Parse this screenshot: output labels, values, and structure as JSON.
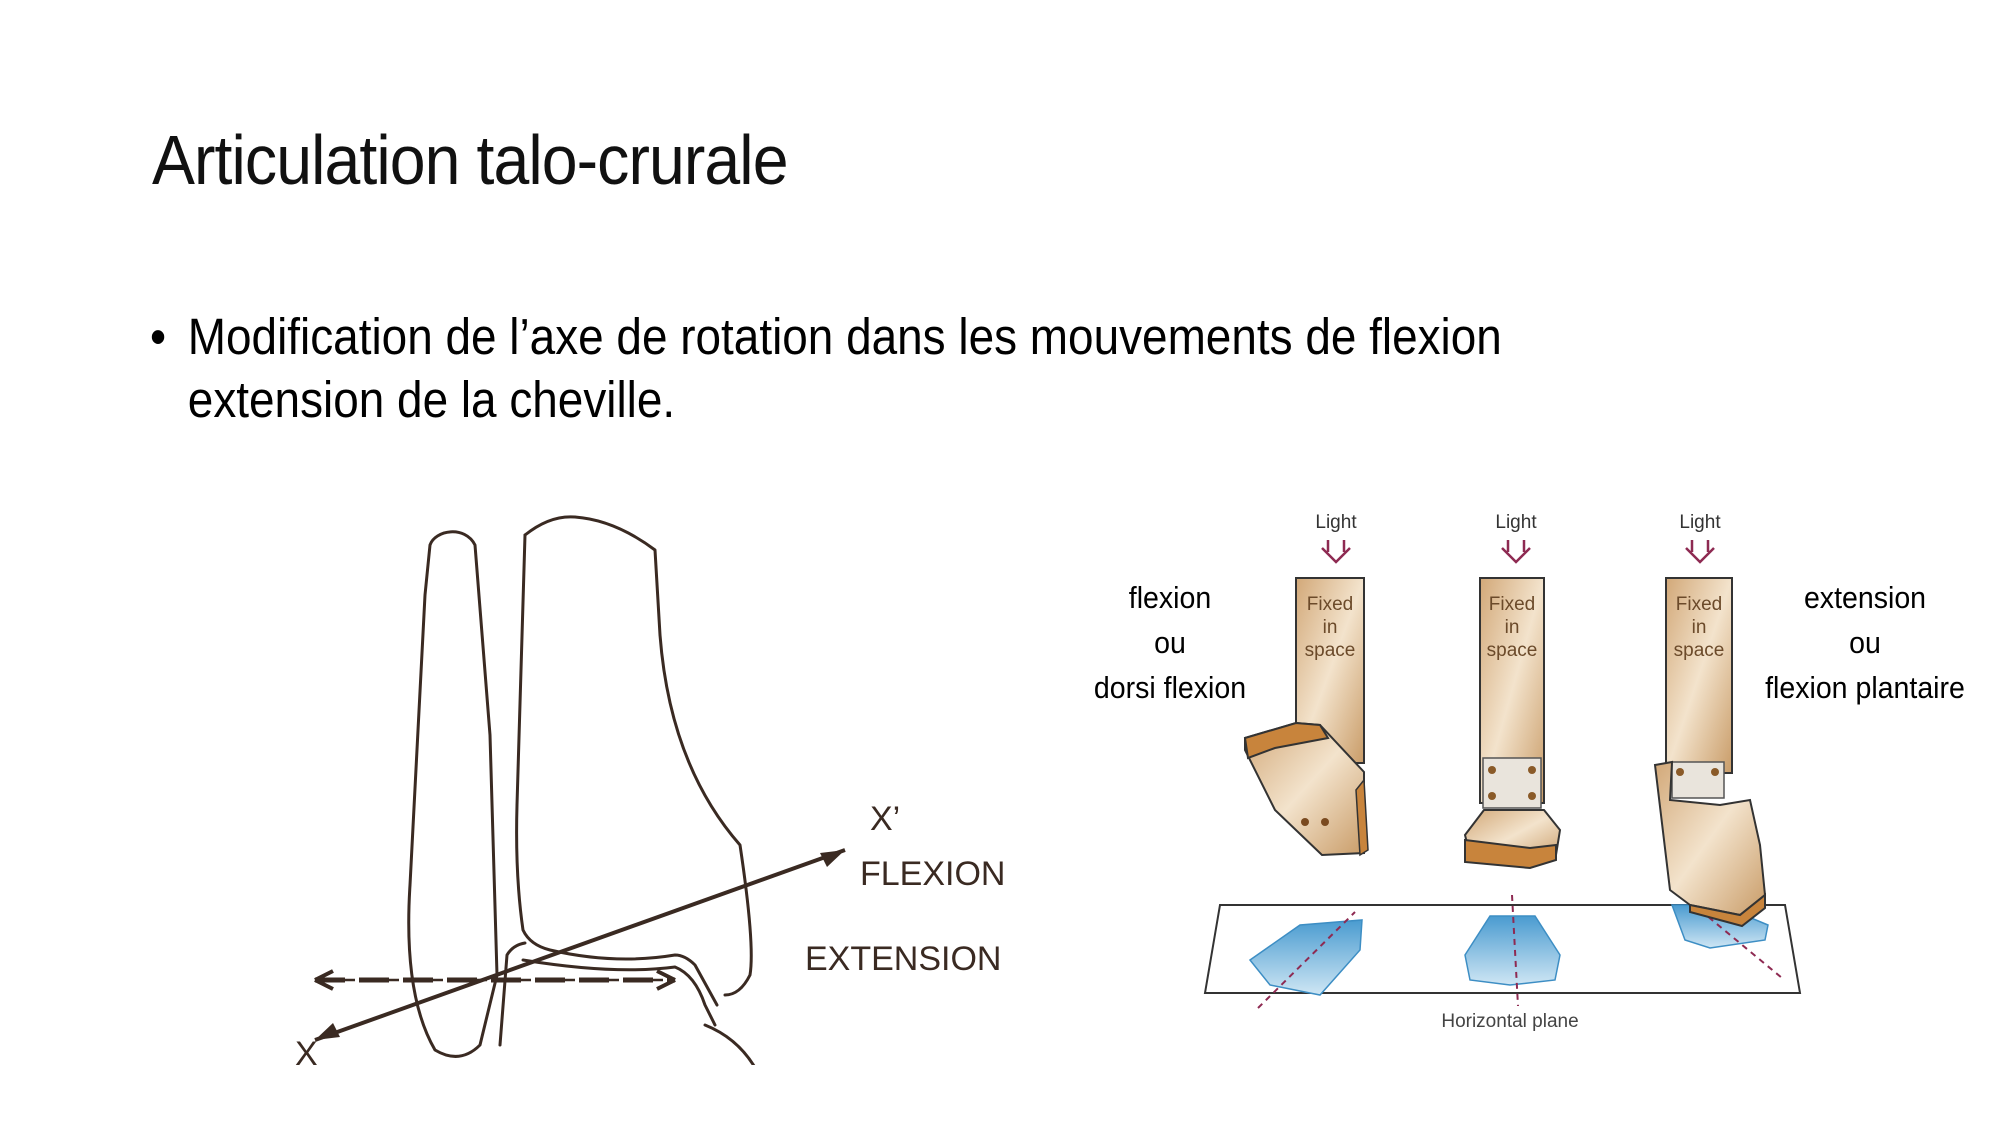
{
  "slide": {
    "title": "Articulation talo-crurale",
    "bullets": [
      {
        "marker": "•",
        "line1": "Modification de l’axe de rotation dans les mouvements de flexion",
        "line2": "extension de la cheville."
      }
    ]
  },
  "figure_left": {
    "axis_start_label": "X",
    "axis_end_label": "X’",
    "flexion_label": "FLEXION",
    "extension_label": "EXTENSION",
    "line_color": "#3a2a22"
  },
  "figure_right": {
    "left_caption": {
      "line1": "flexion",
      "line2": "ou",
      "line3": "dorsi flexion"
    },
    "right_caption": {
      "line1": "extension",
      "line2": "ou",
      "line3": "flexion plantaire"
    },
    "legs": [
      {
        "light_label": "Light",
        "stem_label_1": "Fixed",
        "stem_label_2": "in",
        "stem_label_3": "space"
      },
      {
        "light_label": "Light",
        "stem_label_1": "Fixed",
        "stem_label_2": "in",
        "stem_label_3": "space"
      },
      {
        "light_label": "Light",
        "stem_label_1": "Fixed",
        "stem_label_2": "in",
        "stem_label_3": "space"
      }
    ],
    "plane_label": "Horizontal plane",
    "colors": {
      "wood": "#d9b48a",
      "wood_edge": "#b07a3c",
      "arrow": "#8e2a52",
      "shadow": "#7fb6d8"
    }
  }
}
